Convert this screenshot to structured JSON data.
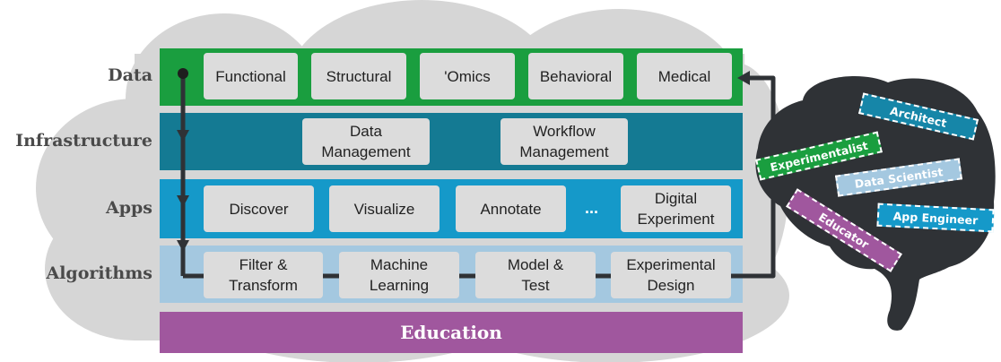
{
  "rows": {
    "data": "Data",
    "infrastructure": "Infrastructure",
    "apps": "Apps",
    "algorithms": "Algorithms"
  },
  "data_items": [
    "Functional",
    "Structural",
    "'Omics",
    "Behavioral",
    "Medical"
  ],
  "infrastructure_items": [
    "Data\nManagement",
    "Workflow\nManagement"
  ],
  "apps_items": [
    "Discover",
    "Visualize",
    "Annotate",
    "Digital\nExperiment"
  ],
  "apps_ellipsis": "...",
  "algorithm_items": [
    "Filter &\nTransform",
    "Machine\nLearning",
    "Model &\nTest",
    "Experimental\nDesign"
  ],
  "education": "Education",
  "roles": {
    "architect": "Architect",
    "experimentalist": "Experimentalist",
    "data_scientist": "Data Scientist",
    "app_engineer": "App Engineer",
    "educator": "Educator"
  },
  "colors": {
    "data": "#1a9e3f",
    "infrastructure": "#147a93",
    "apps": "#1599c9",
    "algorithms": "#a4c8e0",
    "education": "#a0579e",
    "cloud": "#d3d3d3",
    "brain": "#2f3236",
    "architect_tag": "#1686a8",
    "experimentalist_tag": "#1a9e3f",
    "data_scientist_tag": "#a4c8e0",
    "app_engineer_tag": "#1599c9",
    "educator_tag": "#a0579e"
  }
}
